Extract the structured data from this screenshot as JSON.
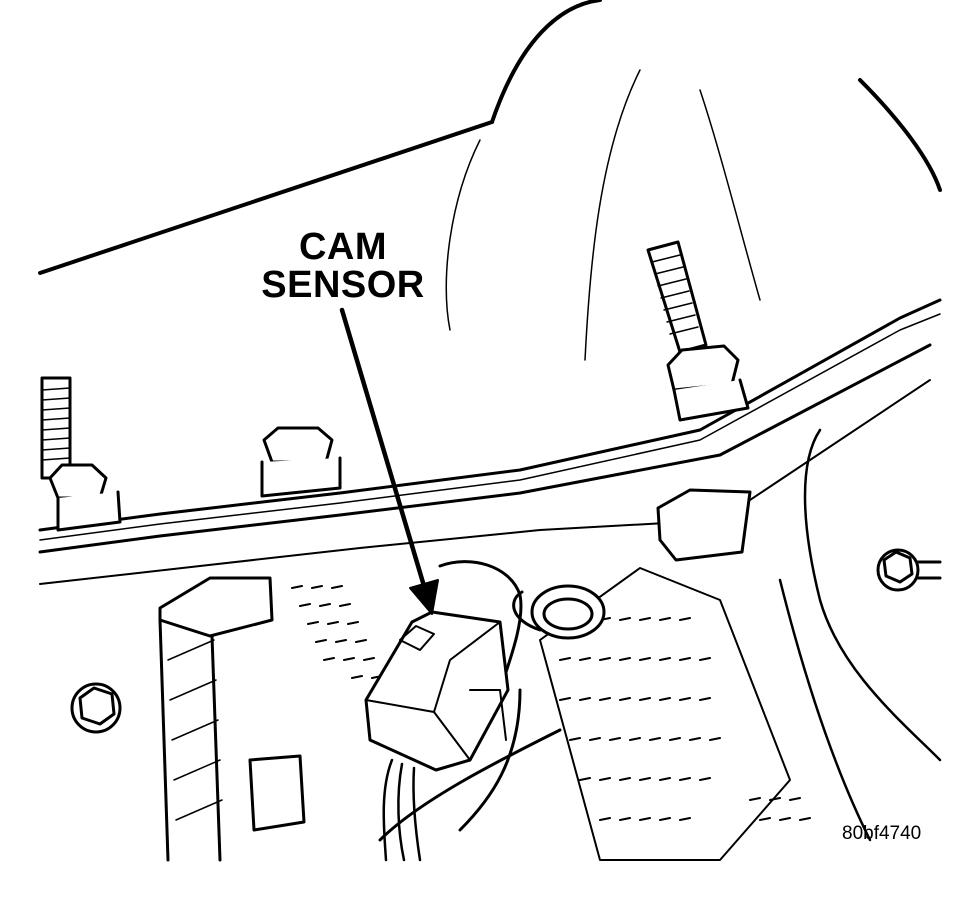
{
  "callout": {
    "line1": "CAM",
    "line2": "SENSOR"
  },
  "figure_id": "80bf4740",
  "colors": {
    "ink": "#000000",
    "paper": "#ffffff"
  }
}
